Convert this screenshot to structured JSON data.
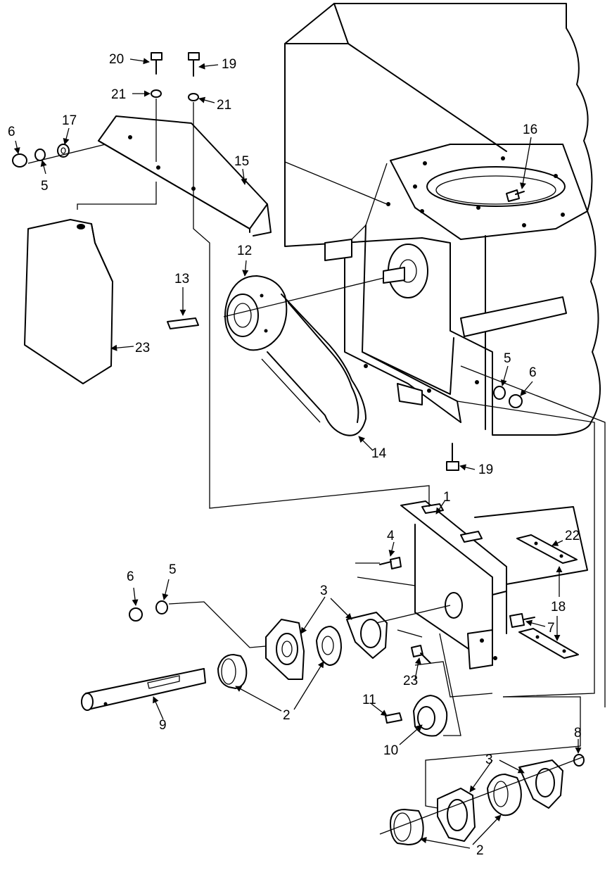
{
  "callouts": {
    "c1": "1",
    "c2a": "2",
    "c2b": "2",
    "c3a": "3",
    "c3b": "3",
    "c4": "4",
    "c5a": "5",
    "c5b": "5",
    "c5c": "5",
    "c6a": "6",
    "c6b": "6",
    "c6c": "6",
    "c7": "7",
    "c8": "8",
    "c9": "9",
    "c10": "10",
    "c11": "11",
    "c12": "12",
    "c13": "13",
    "c14": "14",
    "c15": "15",
    "c16": "16",
    "c17": "17",
    "c18": "18",
    "c19a": "19",
    "c19b": "19",
    "c20": "20",
    "c21a": "21",
    "c21b": "21",
    "c22": "22",
    "c23a": "23",
    "c23b": "23"
  }
}
